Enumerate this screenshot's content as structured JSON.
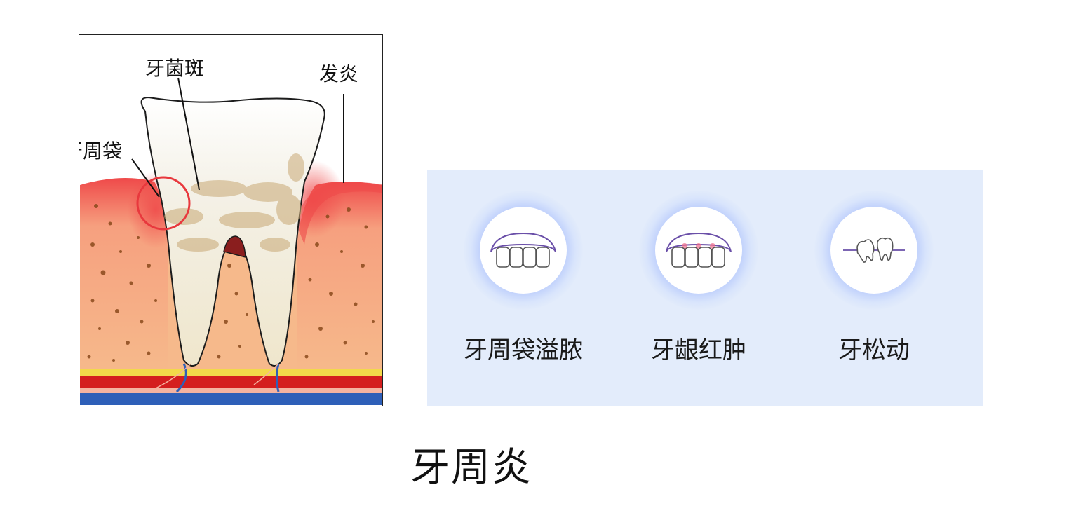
{
  "diagram": {
    "labels": {
      "plaque": "牙菌斑",
      "inflammation": "发炎",
      "pocket": "牙周袋"
    }
  },
  "symptoms": [
    {
      "label": "牙周袋溢脓",
      "icon": "gum-pocket-icon"
    },
    {
      "label": "牙龈红肿",
      "icon": "red-swollen-gum-icon"
    },
    {
      "label": "牙松动",
      "icon": "loose-tooth-icon"
    }
  ],
  "title": "牙周炎",
  "colors": {
    "panel": "#e3ecfb",
    "halo": "#6e8cff",
    "bone": "#f5b78a",
    "gum_red": "#ef4a4a",
    "icon_stroke": "#6a4fa8",
    "marker_circle": "#e8383d"
  }
}
